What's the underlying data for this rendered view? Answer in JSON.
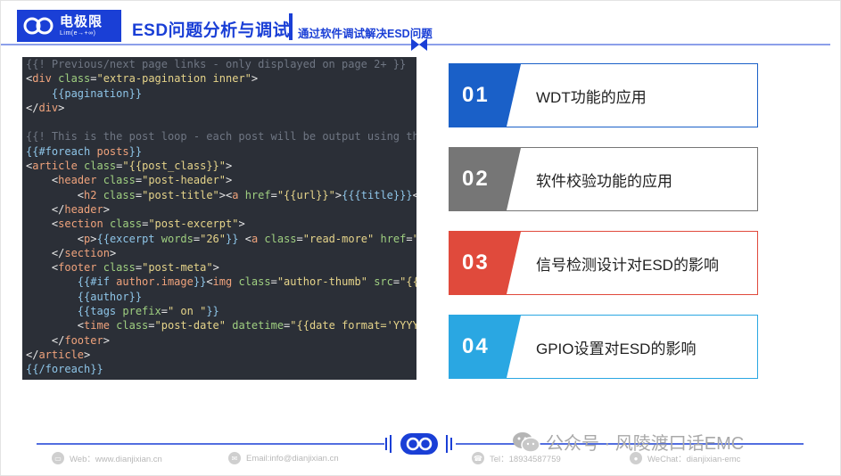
{
  "header": {
    "logo_cn": "电极限",
    "logo_en": "Lim(e→+∞)",
    "title": "ESD问题分析与调试",
    "subtitle": "通过软件调试解决ESD问题"
  },
  "code_lines": [
    [
      {
        "c": "cm",
        "t": "{{! Previous/next page links - only displayed on page 2+ }}"
      }
    ],
    [
      {
        "c": "tag",
        "t": "<"
      },
      {
        "c": "name",
        "t": "div"
      },
      {
        "c": "attr",
        "t": " class"
      },
      {
        "c": "tag",
        "t": "="
      },
      {
        "c": "str",
        "t": "\"extra-pagination inner\""
      },
      {
        "c": "tag",
        "t": ">"
      }
    ],
    [
      {
        "c": "txt",
        "t": "    "
      },
      {
        "c": "tpl",
        "t": "{{pagination}}"
      }
    ],
    [
      {
        "c": "tag",
        "t": "</"
      },
      {
        "c": "name",
        "t": "div"
      },
      {
        "c": "tag",
        "t": ">"
      }
    ],
    [
      {
        "c": "txt",
        "t": ""
      }
    ],
    [
      {
        "c": "cm",
        "t": "{{! This is the post loop - each post will be output using this ma"
      }
    ],
    [
      {
        "c": "tpl",
        "t": "{{#foreach "
      },
      {
        "c": "name",
        "t": "posts"
      },
      {
        "c": "tpl",
        "t": "}}"
      }
    ],
    [
      {
        "c": "tag",
        "t": "<"
      },
      {
        "c": "name",
        "t": "article"
      },
      {
        "c": "attr",
        "t": " class"
      },
      {
        "c": "tag",
        "t": "="
      },
      {
        "c": "str",
        "t": "\"{{post_class}}\""
      },
      {
        "c": "tag",
        "t": ">"
      }
    ],
    [
      {
        "c": "txt",
        "t": "    "
      },
      {
        "c": "tag",
        "t": "<"
      },
      {
        "c": "name",
        "t": "header"
      },
      {
        "c": "attr",
        "t": " class"
      },
      {
        "c": "tag",
        "t": "="
      },
      {
        "c": "str",
        "t": "\"post-header\""
      },
      {
        "c": "tag",
        "t": ">"
      }
    ],
    [
      {
        "c": "txt",
        "t": "        "
      },
      {
        "c": "tag",
        "t": "<"
      },
      {
        "c": "name",
        "t": "h2"
      },
      {
        "c": "attr",
        "t": " class"
      },
      {
        "c": "tag",
        "t": "="
      },
      {
        "c": "str",
        "t": "\"post-title\""
      },
      {
        "c": "tag",
        "t": "><"
      },
      {
        "c": "name",
        "t": "a"
      },
      {
        "c": "attr",
        "t": " href"
      },
      {
        "c": "tag",
        "t": "="
      },
      {
        "c": "str",
        "t": "\"{{url}}\""
      },
      {
        "c": "tag",
        "t": ">"
      },
      {
        "c": "tpl",
        "t": "{{{title}}}"
      },
      {
        "c": "tag",
        "t": "</"
      },
      {
        "c": "name",
        "t": "a"
      },
      {
        "c": "tag",
        "t": "></"
      }
    ],
    [
      {
        "c": "txt",
        "t": "    "
      },
      {
        "c": "tag",
        "t": "</"
      },
      {
        "c": "name",
        "t": "header"
      },
      {
        "c": "tag",
        "t": ">"
      }
    ],
    [
      {
        "c": "txt",
        "t": "    "
      },
      {
        "c": "tag",
        "t": "<"
      },
      {
        "c": "name",
        "t": "section"
      },
      {
        "c": "attr",
        "t": " class"
      },
      {
        "c": "tag",
        "t": "="
      },
      {
        "c": "str",
        "t": "\"post-excerpt\""
      },
      {
        "c": "tag",
        "t": ">"
      }
    ],
    [
      {
        "c": "txt",
        "t": "        "
      },
      {
        "c": "tag",
        "t": "<"
      },
      {
        "c": "name",
        "t": "p"
      },
      {
        "c": "tag",
        "t": ">"
      },
      {
        "c": "tpl",
        "t": "{{excerpt "
      },
      {
        "c": "attr",
        "t": "words"
      },
      {
        "c": "tag",
        "t": "="
      },
      {
        "c": "str",
        "t": "\"26\""
      },
      {
        "c": "tpl",
        "t": "}}"
      },
      {
        "c": "txt",
        "t": " "
      },
      {
        "c": "tag",
        "t": "<"
      },
      {
        "c": "name",
        "t": "a"
      },
      {
        "c": "attr",
        "t": " class"
      },
      {
        "c": "tag",
        "t": "="
      },
      {
        "c": "str",
        "t": "\"read-more\""
      },
      {
        "c": "attr",
        "t": " href"
      },
      {
        "c": "tag",
        "t": "="
      },
      {
        "c": "str",
        "t": "\"{{url"
      }
    ],
    [
      {
        "c": "txt",
        "t": "    "
      },
      {
        "c": "tag",
        "t": "</"
      },
      {
        "c": "name",
        "t": "section"
      },
      {
        "c": "tag",
        "t": ">"
      }
    ],
    [
      {
        "c": "txt",
        "t": "    "
      },
      {
        "c": "tag",
        "t": "<"
      },
      {
        "c": "name",
        "t": "footer"
      },
      {
        "c": "attr",
        "t": " class"
      },
      {
        "c": "tag",
        "t": "="
      },
      {
        "c": "str",
        "t": "\"post-meta\""
      },
      {
        "c": "tag",
        "t": ">"
      }
    ],
    [
      {
        "c": "txt",
        "t": "        "
      },
      {
        "c": "tpl",
        "t": "{{#if "
      },
      {
        "c": "name",
        "t": "author.image"
      },
      {
        "c": "tpl",
        "t": "}}"
      },
      {
        "c": "tag",
        "t": "<"
      },
      {
        "c": "name",
        "t": "img"
      },
      {
        "c": "attr",
        "t": " class"
      },
      {
        "c": "tag",
        "t": "="
      },
      {
        "c": "str",
        "t": "\"author-thumb\""
      },
      {
        "c": "attr",
        "t": " src"
      },
      {
        "c": "tag",
        "t": "="
      },
      {
        "c": "str",
        "t": "\"{{autho"
      }
    ],
    [
      {
        "c": "txt",
        "t": "        "
      },
      {
        "c": "tpl",
        "t": "{{author}}"
      }
    ],
    [
      {
        "c": "txt",
        "t": "        "
      },
      {
        "c": "tpl",
        "t": "{{tags "
      },
      {
        "c": "attr",
        "t": "prefix"
      },
      {
        "c": "tag",
        "t": "="
      },
      {
        "c": "str",
        "t": "\" on \""
      },
      {
        "c": "tpl",
        "t": "}}"
      }
    ],
    [
      {
        "c": "txt",
        "t": "        "
      },
      {
        "c": "tag",
        "t": "<"
      },
      {
        "c": "name",
        "t": "time"
      },
      {
        "c": "attr",
        "t": " class"
      },
      {
        "c": "tag",
        "t": "="
      },
      {
        "c": "str",
        "t": "\"post-date\""
      },
      {
        "c": "attr",
        "t": " datetime"
      },
      {
        "c": "tag",
        "t": "="
      },
      {
        "c": "str",
        "t": "\"{{date format='YYYY-MM-D"
      }
    ],
    [
      {
        "c": "txt",
        "t": "    "
      },
      {
        "c": "tag",
        "t": "</"
      },
      {
        "c": "name",
        "t": "footer"
      },
      {
        "c": "tag",
        "t": ">"
      }
    ],
    [
      {
        "c": "tag",
        "t": "</"
      },
      {
        "c": "name",
        "t": "article"
      },
      {
        "c": "tag",
        "t": ">"
      }
    ],
    [
      {
        "c": "tpl",
        "t": "{{/foreach}}"
      }
    ]
  ],
  "items": [
    {
      "num": "01",
      "label": "WDT功能的应用",
      "color": "#1a60c8"
    },
    {
      "num": "02",
      "label": "软件校验功能的应用",
      "color": "#767676"
    },
    {
      "num": "03",
      "label": "信号检测设计对ESD的影响",
      "color": "#e04a3c"
    },
    {
      "num": "04",
      "label": "GPIO设置对ESD的影响",
      "color": "#2aa7e2"
    }
  ],
  "footer": {
    "web": "Web：www.dianjixian.cn",
    "email": "Email:info@dianjixian.cn",
    "tel": "Tel：18934587759",
    "wechat": "WeChat：dianjixian-emc",
    "watermark": "公众号 · 风陵渡口话EMC"
  },
  "colors": {
    "brand": "#1a3fd6",
    "code_bg": "#2b2f37"
  }
}
